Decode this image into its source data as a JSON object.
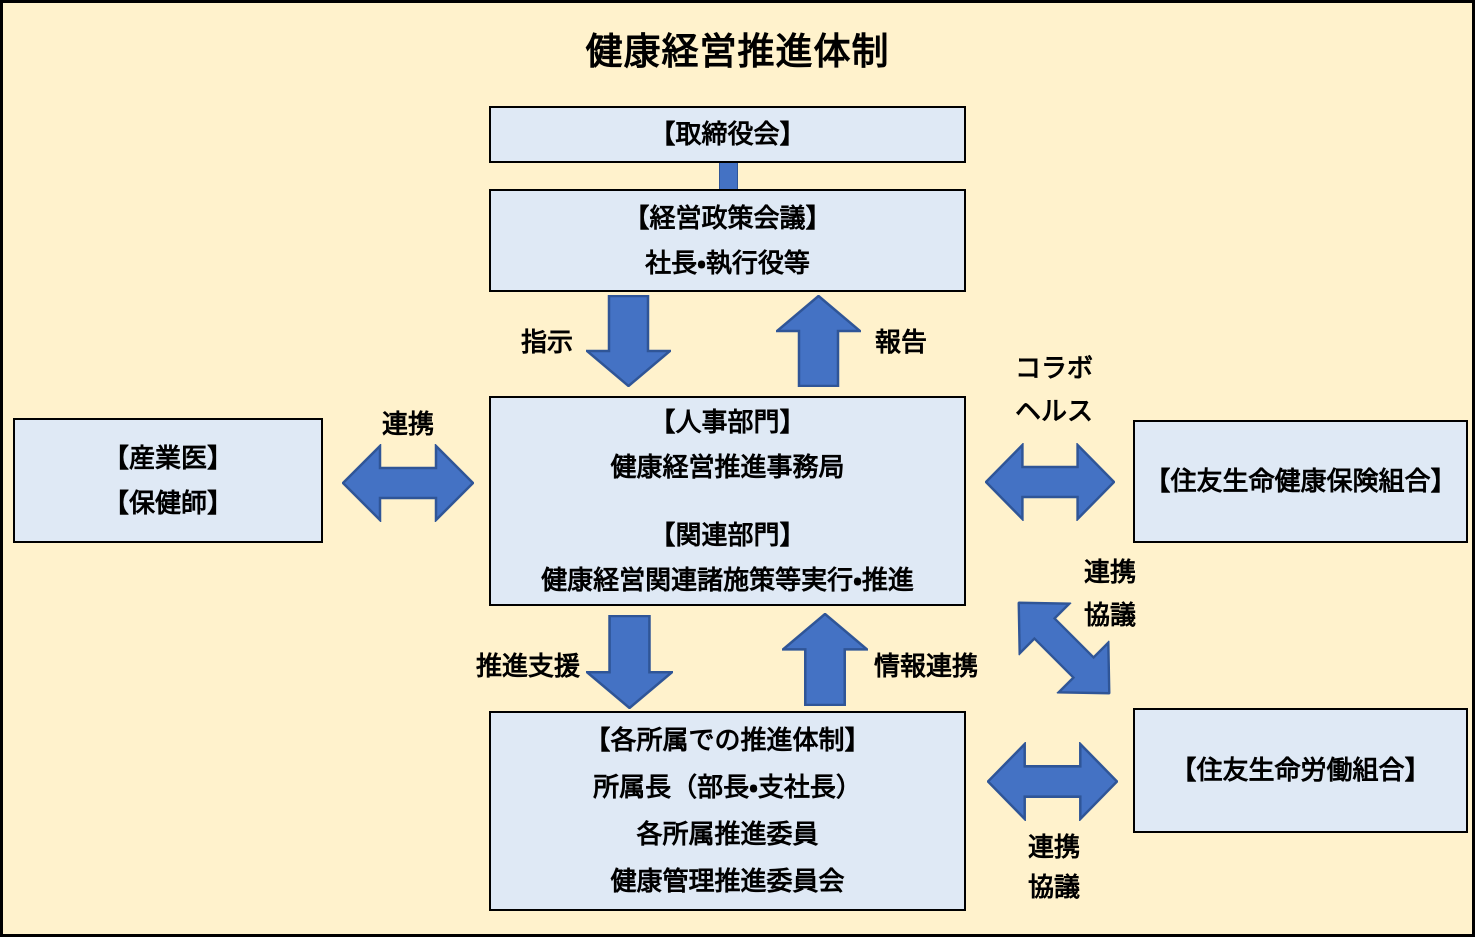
{
  "title": "健康経営推進体制",
  "colors": {
    "canvas-bg": "#FFF2CC",
    "box-fill": "#DFE9F5",
    "box-border": "#000000",
    "arrow-fill": "#4472C4",
    "arrow-stroke": "#2F5597",
    "text-color": "#000000"
  },
  "boxes": {
    "board": {
      "lines": [
        "【取締役会】"
      ]
    },
    "policy": {
      "lines": [
        "【経営政策会議】",
        "社長・執行役等"
      ]
    },
    "hr": {
      "group1": [
        "【人事部門】",
        "健康経営推進事務局"
      ],
      "group2": [
        "【関連部門】",
        "健康経営関連諸施策等実行・推進"
      ]
    },
    "left": {
      "lines": [
        "【産業医】",
        "【保健師】"
      ]
    },
    "insurance": {
      "lines": [
        "【住友生命健康保険組合】"
      ]
    },
    "union": {
      "lines": [
        "【住友生命労働組合】"
      ]
    },
    "departments": {
      "lines": [
        "【各所属での推進体制】",
        "所属長（部長・支社長）",
        "各所属推進委員",
        "健康管理推進委員会"
      ]
    }
  },
  "labels": {
    "instruction": "指示",
    "report": "報告",
    "cooperation": "連携",
    "collabo_health": {
      "line1": "コラボ",
      "line2": "ヘルス"
    },
    "coop_consult_upper": {
      "line1": "連携",
      "line2": "協議"
    },
    "coop_consult_lower": {
      "line1": "連携",
      "line2": "協議"
    },
    "promotion_support": "推進支援",
    "info_cooperation": "情報連携"
  }
}
